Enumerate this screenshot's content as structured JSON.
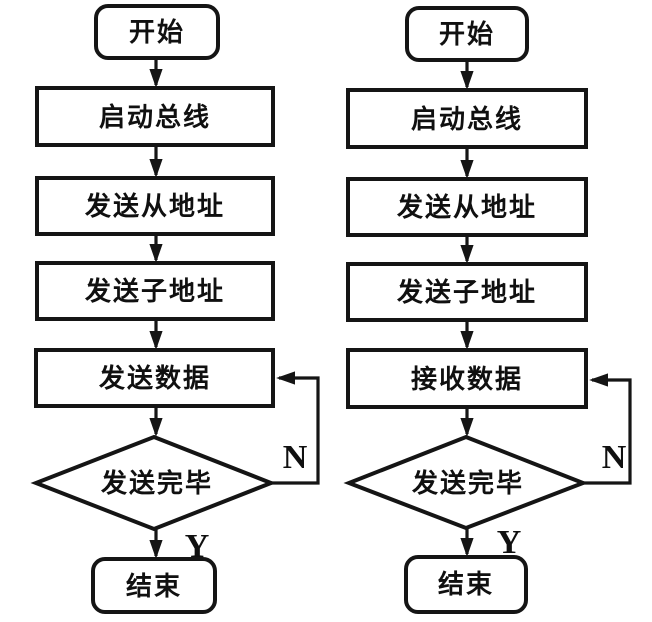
{
  "colors": {
    "background": "#ffffff",
    "line": "#151515",
    "text": "#101010"
  },
  "flowcharts": [
    {
      "id": "send-routine",
      "start": "开始",
      "steps": [
        "启动总线",
        "发送从地址",
        "发送子地址",
        "发送数据"
      ],
      "decision": "发送完毕",
      "end": "结束",
      "branch_no": "N",
      "branch_yes": "Y"
    },
    {
      "id": "receive-routine",
      "start": "开始",
      "steps": [
        "启动总线",
        "发送从地址",
        "发送子地址",
        "接收数据"
      ],
      "decision": "发送完毕",
      "end": "结束",
      "branch_no": "N",
      "branch_yes": "Y"
    }
  ]
}
